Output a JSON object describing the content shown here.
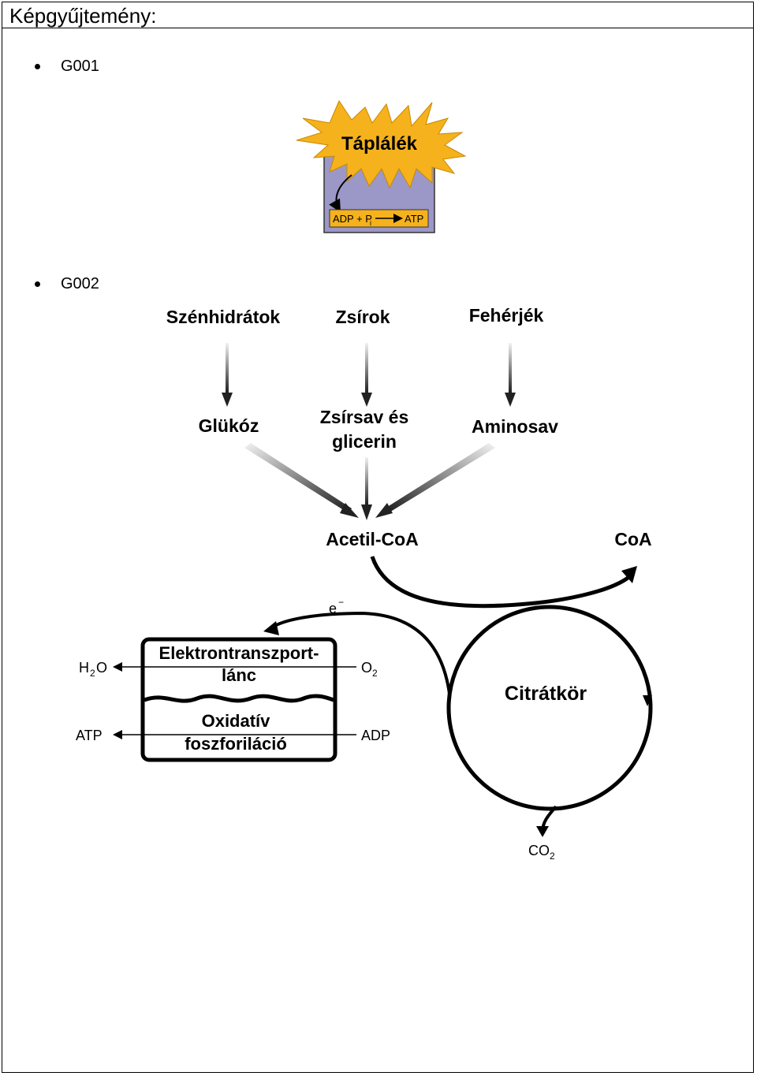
{
  "title": "Képgyűjtemény:",
  "items": [
    {
      "label": "G001"
    },
    {
      "label": "G002"
    }
  ],
  "g001": {
    "burst_text": "Táplálék",
    "reaction_left": "ADP + P",
    "reaction_sub": "i",
    "reaction_right": "ATP",
    "colors": {
      "burst": "#f5b21c",
      "box": "#9b97c7"
    }
  },
  "g002": {
    "sources": [
      "Szénhidrátok",
      "Zsírok",
      "Fehérjék"
    ],
    "products": {
      "glucose": "Glükóz",
      "fatty_acid_line1": "Zsírsav és",
      "fatty_acid_line2": "glicerin",
      "amino": "Aminosav"
    },
    "acetyl": "Acetil-CoA",
    "coa": "CoA",
    "electron": "e",
    "electron_sup": "−",
    "etc_line1": "Elektrontranszport-",
    "etc_line2": "lánc",
    "ox_line1": "Oxidatív",
    "ox_line2": "foszforiláció",
    "h2o_main": "H",
    "h2o_sub": "2",
    "h2o_end": "O",
    "o2_main": "O",
    "o2_sub": "2",
    "atp": "ATP",
    "adp": "ADP",
    "citrate": "Citrátkör",
    "co2_main": "CO",
    "co2_sub": "2"
  }
}
